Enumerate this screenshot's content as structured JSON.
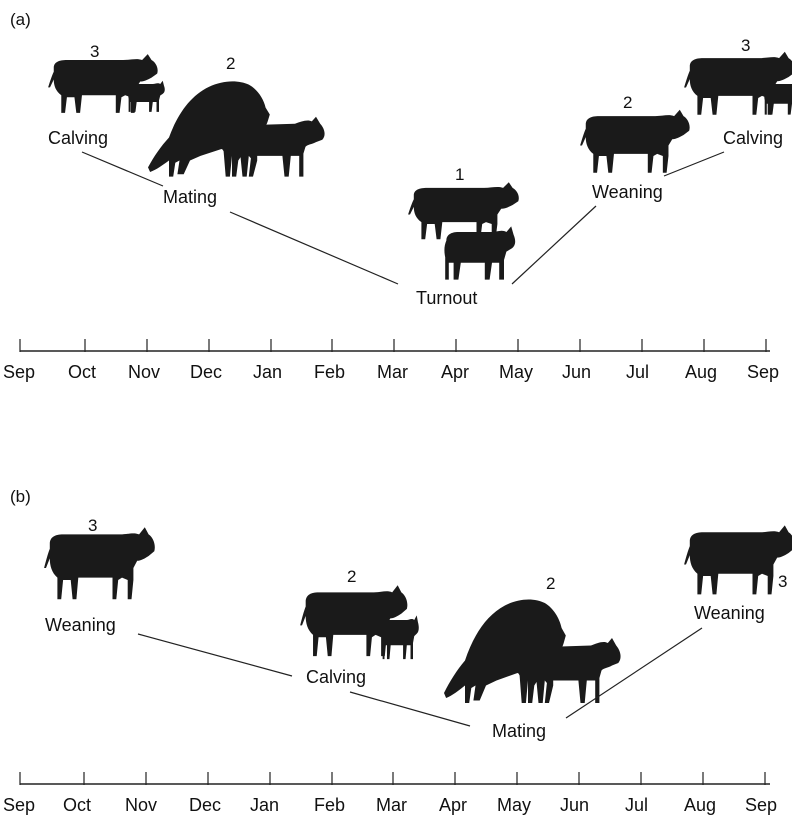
{
  "panels": [
    {
      "label": "(a)",
      "events": {
        "calving_left": "Calving",
        "mating": "Mating",
        "turnout": "Turnout",
        "weaning": "Weaning",
        "calving_right": "Calving"
      },
      "body_scores": {
        "calving_left": "3",
        "mating": "2",
        "turnout": "1",
        "weaning": "2",
        "calving_right": "3"
      },
      "months": [
        "Sep",
        "Oct",
        "Nov",
        "Dec",
        "Jan",
        "Feb",
        "Mar",
        "Apr",
        "May",
        "Jun",
        "Jul",
        "Aug",
        "Sep"
      ]
    },
    {
      "label": "(b)",
      "events": {
        "weaning_left": "Weaning",
        "calving": "Calving",
        "mating": "Mating",
        "weaning_right": "Weaning"
      },
      "body_scores": {
        "weaning_left": "3",
        "calving": "2",
        "mating": "2",
        "weaning_right": "3"
      },
      "months": [
        "Sep",
        "Oct",
        "Nov",
        "Dec",
        "Jan",
        "Feb",
        "Mar",
        "Apr",
        "May",
        "Jun",
        "Jul",
        "Aug",
        "Sep"
      ]
    }
  ],
  "icons": {
    "cow": "cow-silhouette",
    "cow_with_calf": "cow-and-calf-silhouette",
    "mating": "bull-mounting-cow-silhouette"
  }
}
